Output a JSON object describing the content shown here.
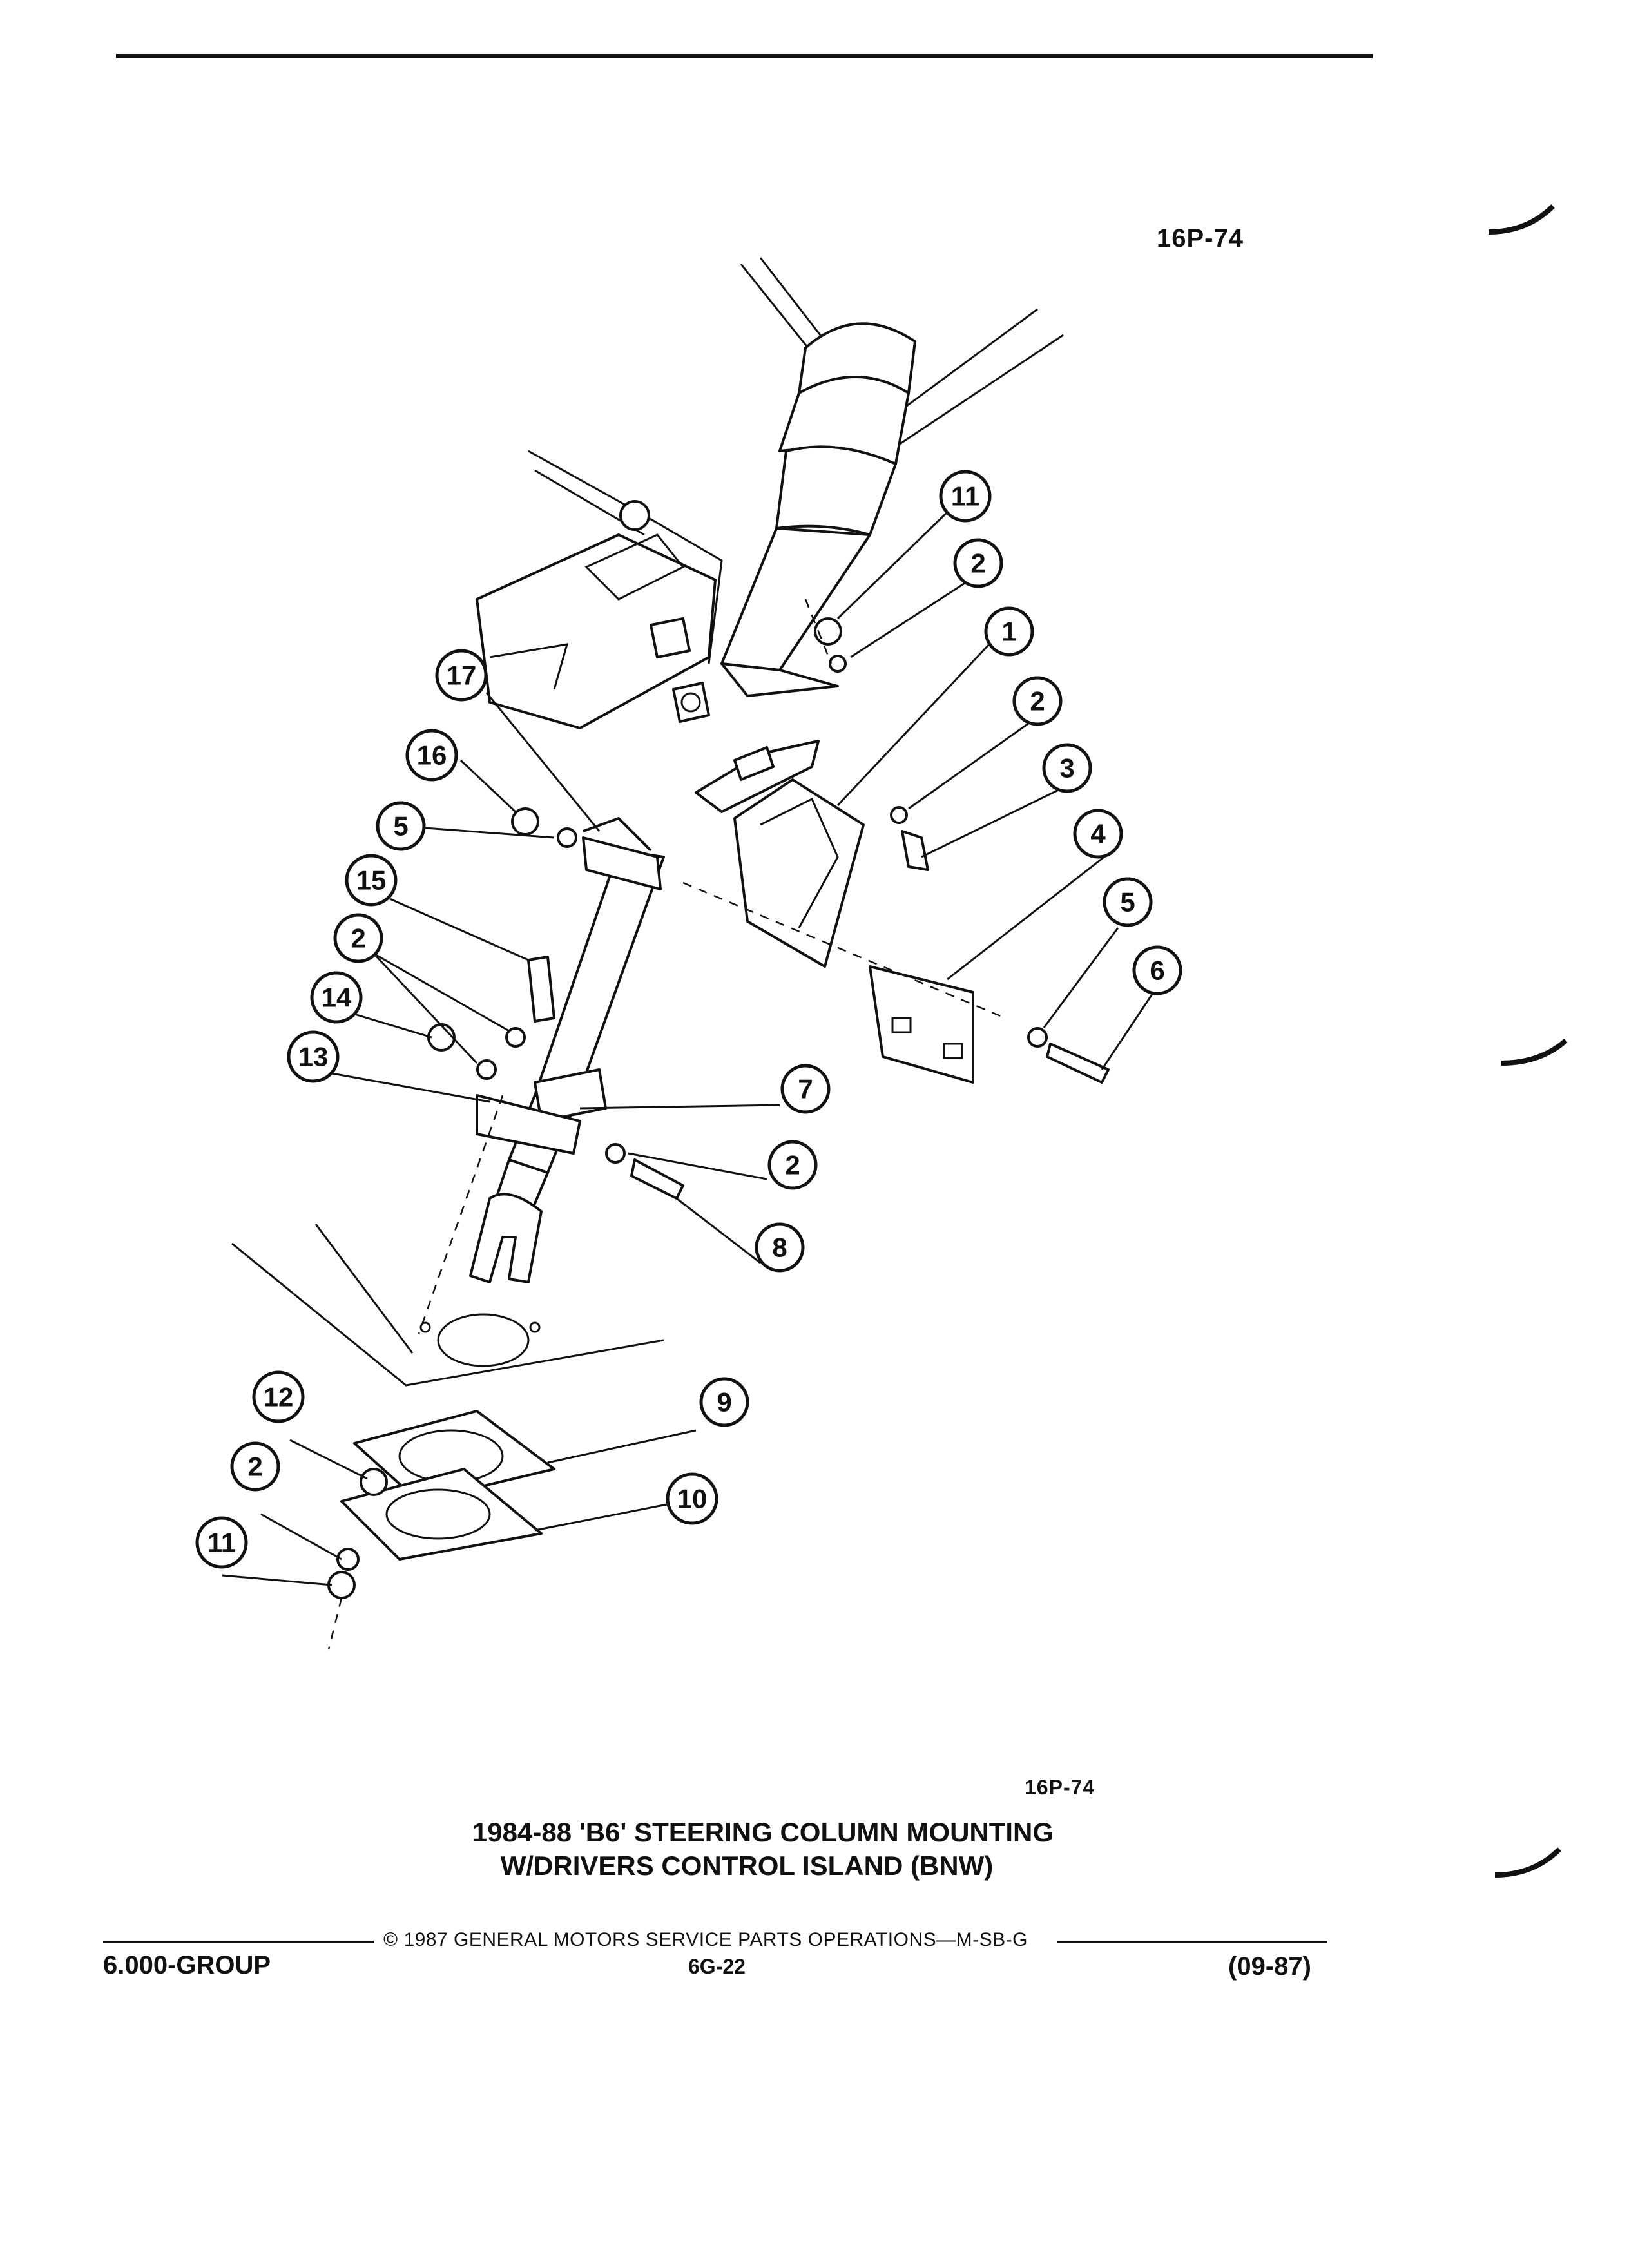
{
  "page": {
    "figure_code": "16P-74",
    "caption_line1": "1984-88 'B6' STEERING COLUMN MOUNTING",
    "caption_line2": "W/DRIVERS CONTROL ISLAND (BNW)",
    "copyright": "© 1987 GENERAL MOTORS SERVICE PARTS OPERATIONS—M-SB-G",
    "group": "6.000-GROUP",
    "page_number": "6G-22",
    "revision_date": "(09-87)"
  },
  "callouts": [
    "11",
    "2",
    "1",
    "2",
    "3",
    "4",
    "5",
    "6",
    "17",
    "16",
    "5",
    "15",
    "2",
    "14",
    "13",
    "7",
    "2",
    "8",
    "12",
    "2",
    "11",
    "9",
    "10"
  ]
}
